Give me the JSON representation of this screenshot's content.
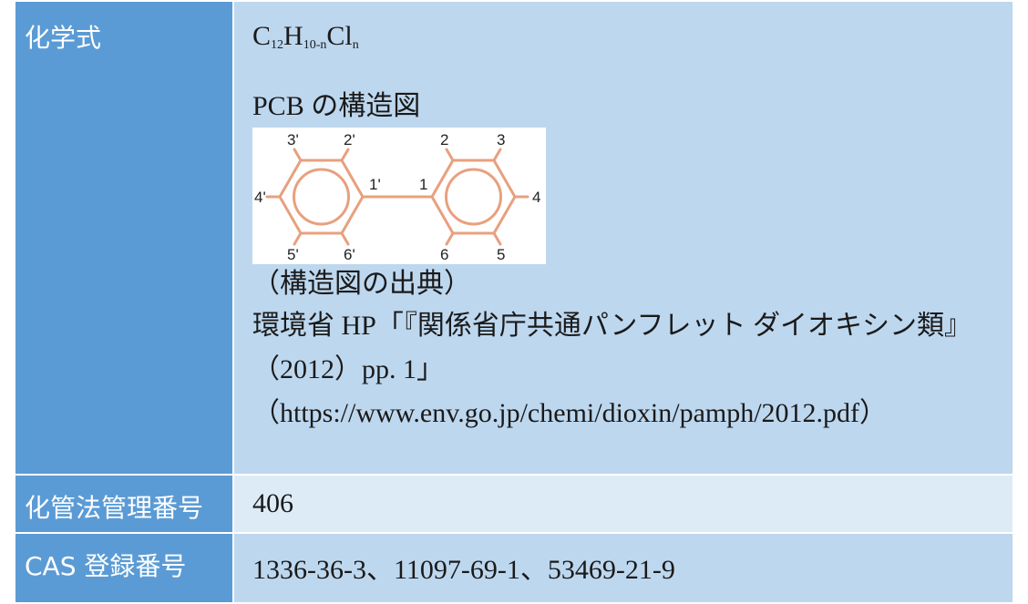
{
  "rows": [
    {
      "label": "化学式",
      "formula": {
        "c": "C",
        "c_n": "12",
        "h": "H",
        "h_n": "10",
        "minus": "-",
        "n1": "n",
        "cl": "Cl",
        "n2": "n"
      },
      "structure_title": "PCB の構造図",
      "structure_labels": [
        "3'",
        "2'",
        "2",
        "3",
        "4'",
        "1'",
        "1",
        "4",
        "5'",
        "6'",
        "6",
        "5"
      ],
      "source_heading": "（構造図の出典）",
      "source_line1": "環境省 HP「『関係省庁共通パンフレット ダイオキシン類』",
      "source_line2": "（2012）pp. 1」",
      "source_line3": "（https://www.env.go.jp/chemi/dioxin/pamph/2012.pdf）"
    },
    {
      "label": "化管法管理番号",
      "value": "406"
    },
    {
      "label": "CAS 登録番号",
      "value": "1336-36-3、11097-69-1、53469-21-9"
    }
  ],
  "colors": {
    "header_blue": "#5b9bd5",
    "cell_blue": "#bdd7ee",
    "cell_light": "#ddebf7",
    "bond_color": "#e8a07e"
  }
}
